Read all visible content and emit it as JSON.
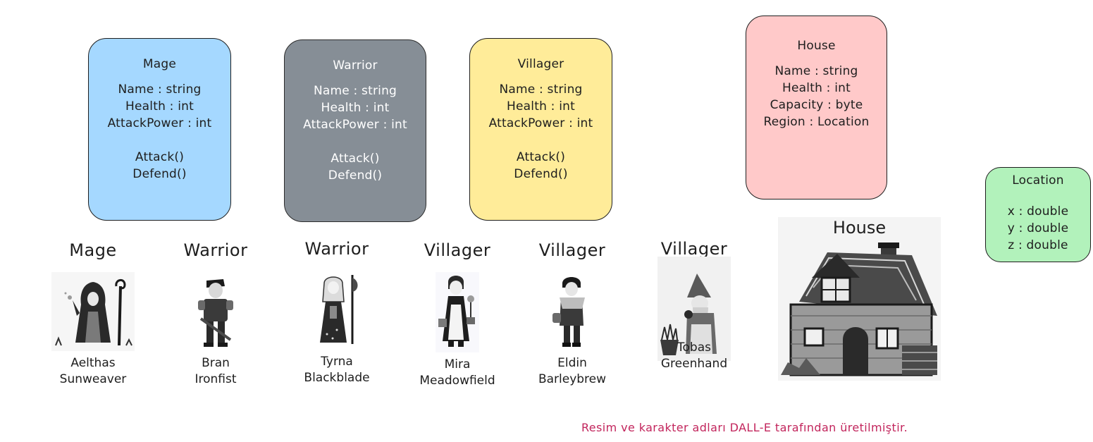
{
  "classes": {
    "mage": {
      "title": "Mage",
      "fields": [
        "Name : string",
        "Health : int",
        "AttackPower : int"
      ],
      "methods": [
        "Attack()",
        "Defend()"
      ],
      "color": "#a5d8ff"
    },
    "warrior": {
      "title": "Warrior",
      "fields": [
        "Name : string",
        "Health : int",
        "AttackPower : int"
      ],
      "methods": [
        "Attack()",
        "Defend()"
      ],
      "color": "#868e96"
    },
    "villager": {
      "title": "Villager",
      "fields": [
        "Name : string",
        "Health : int",
        "AttackPower : int"
      ],
      "methods": [
        "Attack()",
        "Defend()"
      ],
      "color": "#ffec99"
    },
    "house": {
      "title": "House",
      "fields": [
        "Name : string",
        "Health : int",
        "Capacity : byte",
        "Region : Location"
      ],
      "color": "#ffc9c9"
    },
    "location": {
      "title": "Location",
      "fields": [
        "x : double",
        "y : double",
        "z : double"
      ],
      "color": "#b2f2bb"
    }
  },
  "characters": [
    {
      "role": "Mage",
      "name_line1": "Aelthas",
      "name_line2": "Sunweaver"
    },
    {
      "role": "Warrior",
      "name_line1": "Bran",
      "name_line2": "Ironfist"
    },
    {
      "role": "Warrior",
      "name_line1": "Tyrna",
      "name_line2": "Blackblade"
    },
    {
      "role": "Villager",
      "name_line1": "Mira",
      "name_line2": "Meadowfield"
    },
    {
      "role": "Villager",
      "name_line1": "Eldin",
      "name_line2": "Barleybrew"
    },
    {
      "role": "Villager",
      "name_line1": "Tobas",
      "name_line2": "Greenhand"
    }
  ],
  "house_illustration": {
    "role": "House"
  },
  "footnote": "Resim ve karakter adları DALL-E tarafından üretilmiştir.",
  "footnote_color": "#c2255c"
}
